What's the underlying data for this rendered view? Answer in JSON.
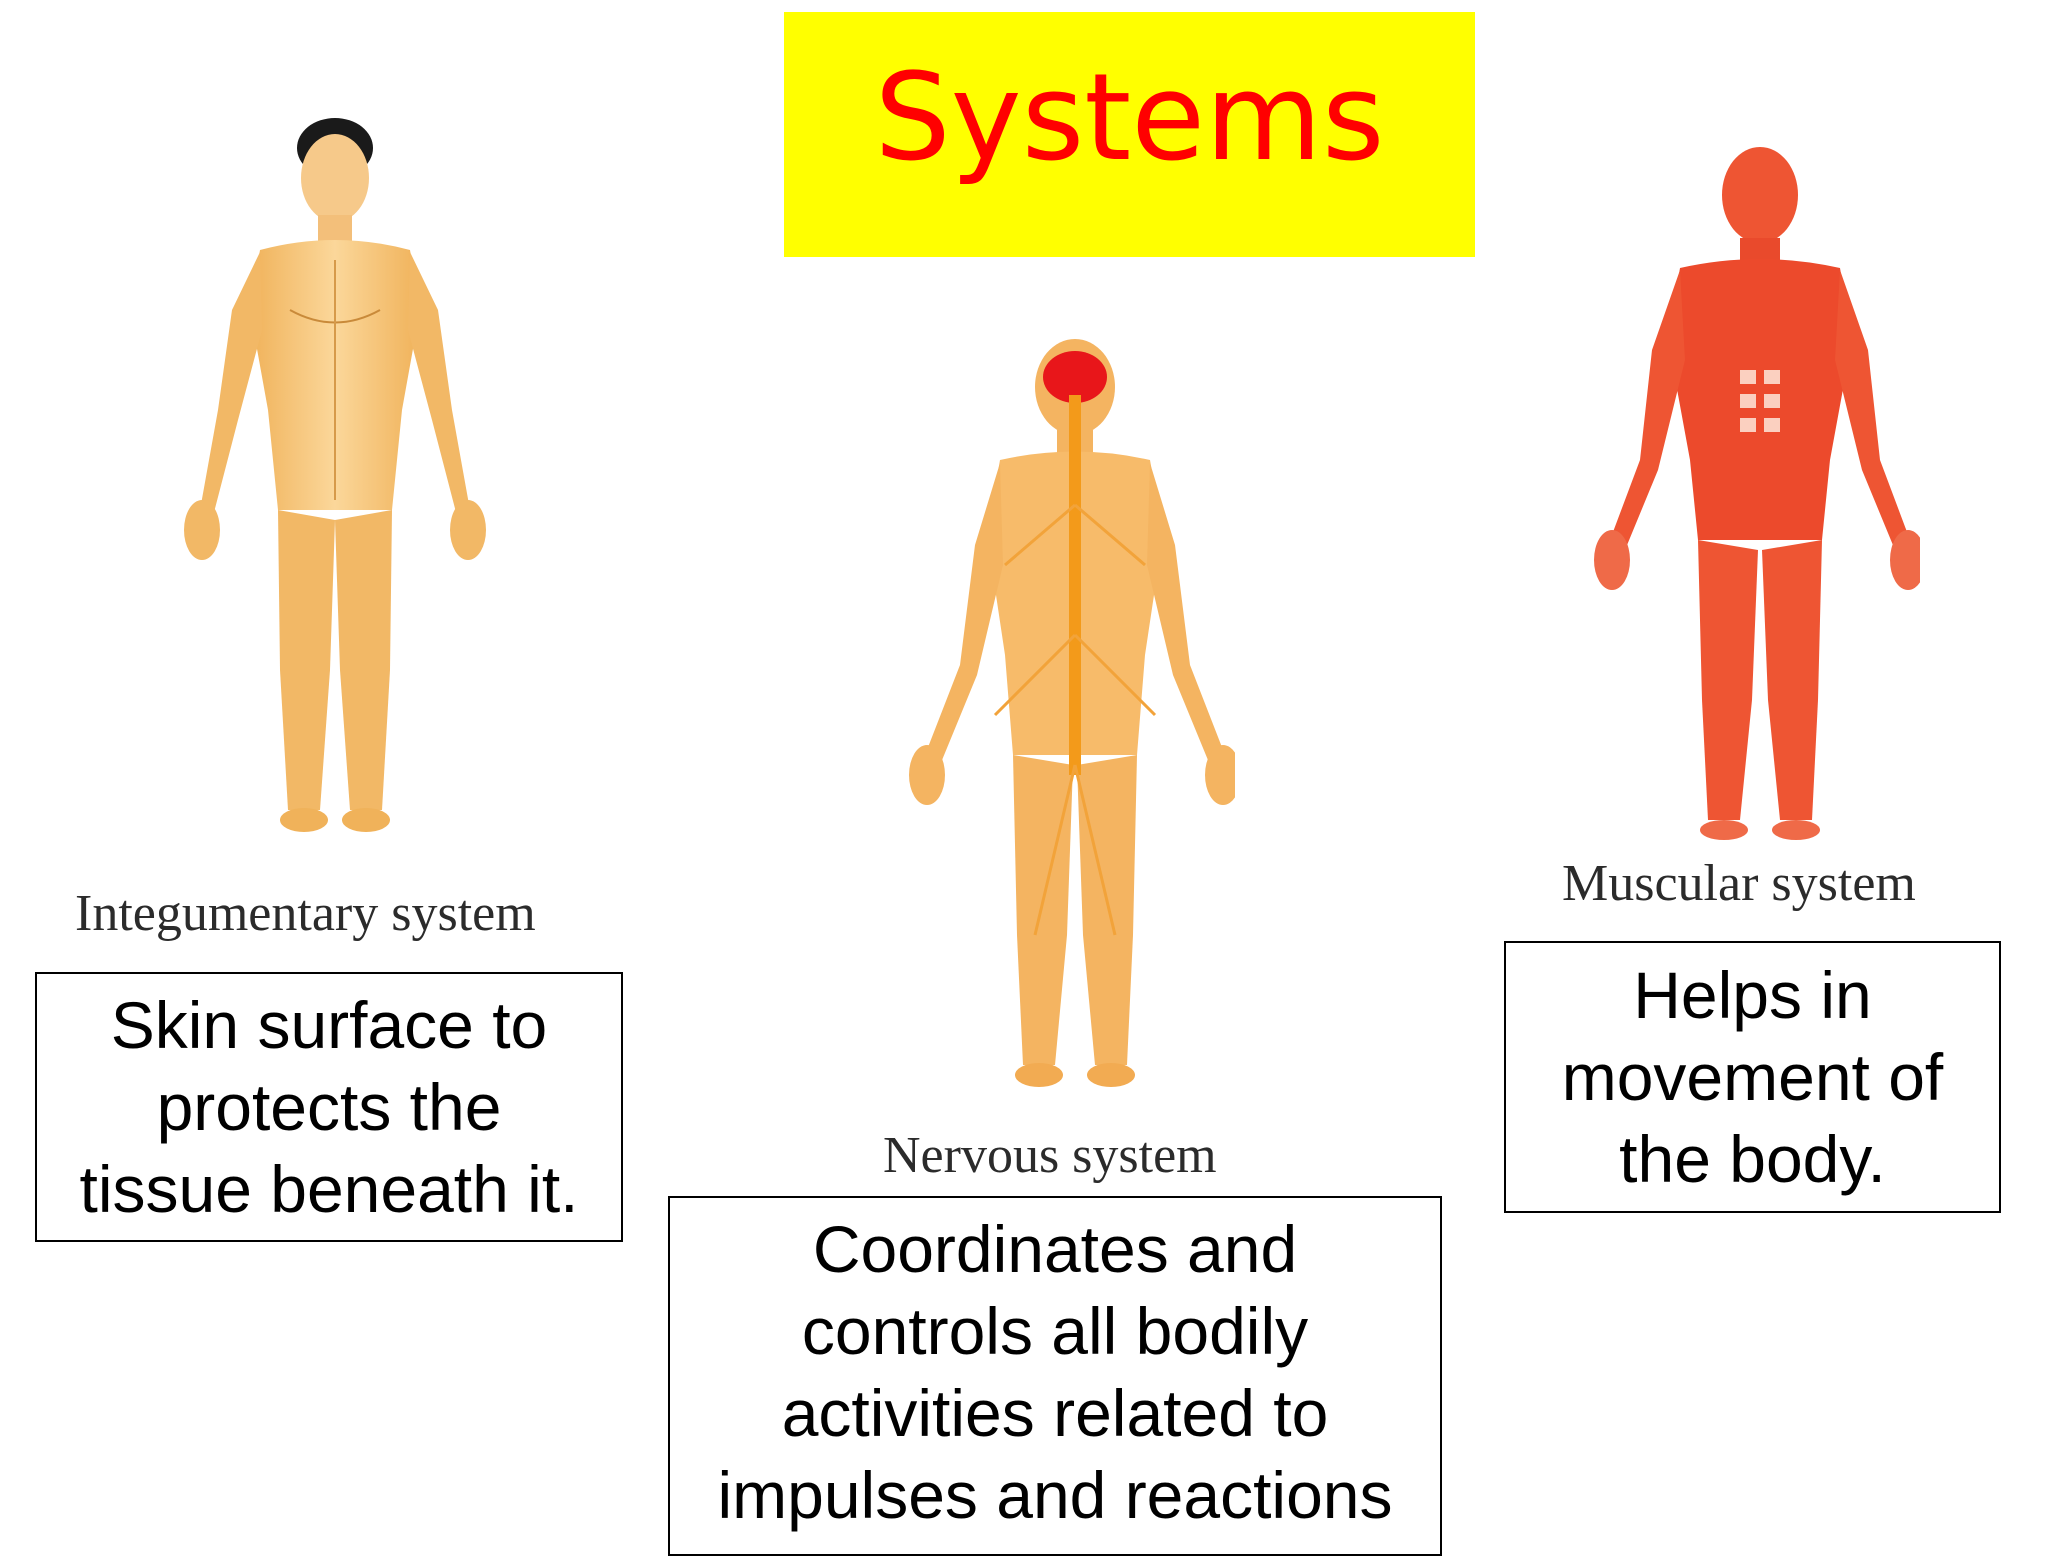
{
  "title": "Systems",
  "colors": {
    "title_bg": "#ffff00",
    "title_text": "#ff0000",
    "integumentary_skin": "#f5c16c",
    "nervous_body": "#f7b765",
    "nervous_brain": "#e8161a",
    "muscular_body": "#ec4a2c"
  },
  "systems": [
    {
      "name": "Integumentary system",
      "description": "Skin surface to\nprotects the\ntissue beneath it.",
      "figure_icon": "human-body-skin-icon"
    },
    {
      "name": "Nervous system",
      "description": "Coordinates and\ncontrols all bodily\nactivities related to\nimpulses and reactions",
      "figure_icon": "human-body-nervous-icon"
    },
    {
      "name": "Muscular system",
      "description": "Helps in\nmovement of\nthe body.",
      "figure_icon": "human-body-muscular-icon"
    }
  ]
}
